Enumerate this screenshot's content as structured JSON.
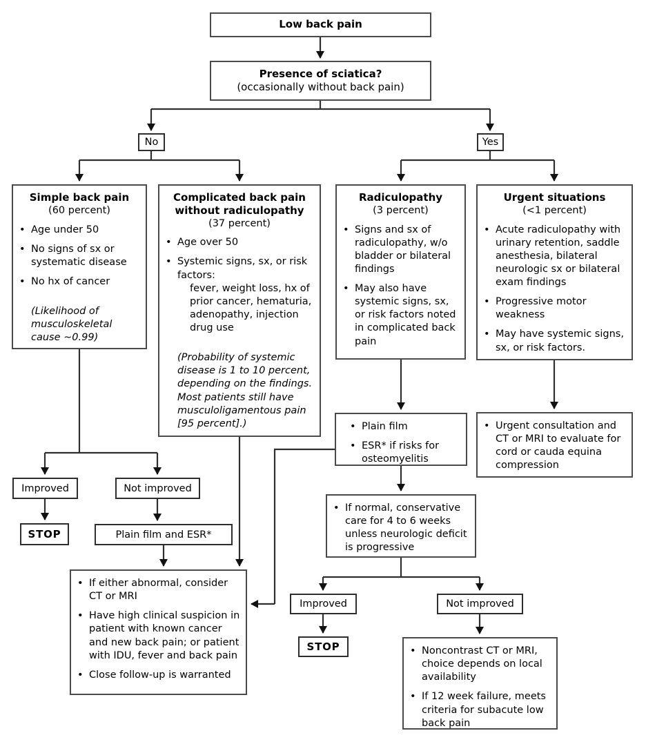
{
  "colors": {
    "background": "#ffffff",
    "box_border": "#4a4a4a",
    "line": "#2e2e2e",
    "text": "#000000"
  },
  "flow": {
    "root": {
      "label": "Low back pain"
    },
    "decision": {
      "question": "Presence of sciatica?",
      "note": "(occasionally without back pain)"
    },
    "no_label": "No",
    "yes_label": "Yes",
    "simple": {
      "title": "Simple back pain",
      "subtitle": "(60 percent)",
      "bullets": [
        "Age under 50",
        "No signs of sx or systematic disease",
        "No hx of cancer"
      ],
      "note": "(Likelihood of musculoskeletal cause ~0.99)"
    },
    "complicated": {
      "title": "Complicated back pain without radiculopathy",
      "subtitle": "(37 percent)",
      "bullets": [
        "Age over 50",
        "Systemic signs, sx, or risk factors:"
      ],
      "indent": "fever, weight loss, hx of prior cancer, hematuria, adenopathy, injection drug use",
      "note": "(Probability of systemic disease is 1 to 10 percent, depending on the findings. Most patients still have musculoligamentous pain [95 percent].)"
    },
    "radiculopathy": {
      "title": "Radiculopathy",
      "subtitle": "(3 percent)",
      "bullets": [
        "Signs and sx of radiculopathy, w/o bladder or bilateral findings",
        "May also have systemic signs, sx, or risk factors noted in complicated back pain"
      ]
    },
    "urgent": {
      "title": "Urgent situations",
      "subtitle": "(<1 percent)",
      "bullets": [
        "Acute radiculopathy with urinary retention, saddle anesthesia, bilateral neurologic sx or bilateral exam findings",
        "Progressive motor weakness",
        "May have systemic signs, sx, or risk factors."
      ]
    },
    "plain_film_risks": {
      "bullets": [
        "Plain film",
        "ESR* if risks for osteomyelitis"
      ]
    },
    "urgent_consult": {
      "bullets": [
        "Urgent consultation and CT or MRI to evaluate for cord or cauda equina compression"
      ]
    },
    "if_normal": {
      "bullets": [
        "If normal, conservative care for 4 to 6 weeks unless neurologic deficit is progressive"
      ]
    },
    "improved_left": "Improved",
    "not_improved_left": "Not improved",
    "stop_left": "STOP",
    "plain_film_esr": "Plain film and ESR*",
    "abnormal_followup": {
      "bullets": [
        "If either abnormal, consider CT or MRI",
        "Have high clinical suspicion in patient with known cancer and new back pain; or patient with IDU, fever and back pain",
        "Close follow-up is warranted"
      ]
    },
    "improved_right": "Improved",
    "not_improved_right": "Not improved",
    "stop_right": "STOP",
    "noncontrast": {
      "bullets": [
        "Noncontrast CT or MRI, choice depends on local availability",
        "If 12 week failure, meets criteria for subacute low back pain"
      ]
    }
  }
}
